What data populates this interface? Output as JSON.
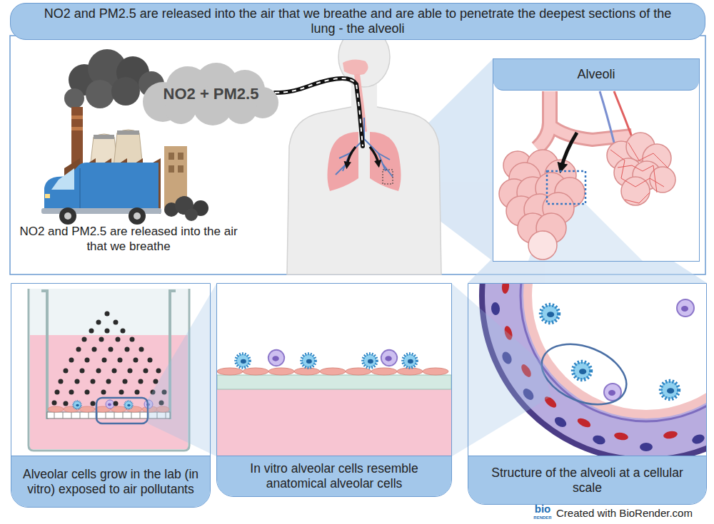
{
  "diagram": {
    "title": "NO2 and PM2.5 are released into the air that we breathe and are able to penetrate the deepest sections of the lung - the alveoli",
    "nodes": [
      {
        "text": [
          "NO2 + PM2.5"
        ]
      },
      {
        "text": [
          "Alveoli"
        ]
      },
      {
        "text": [
          "Alveolar cells grow in the lab (in vitro) exposed to air pollutants"
        ]
      },
      {
        "text": [
          "In vitro alveolar cells resemble anatomical alveolar cells"
        ]
      },
      {
        "text": [
          "Structure of the alveoli at a cellular scale"
        ]
      }
    ],
    "labels": [
      "NO2 and PM2.5 are released into the air that we breathe",
      "bio",
      "RENDER",
      "Created with BioRender.com"
    ]
  }
}
